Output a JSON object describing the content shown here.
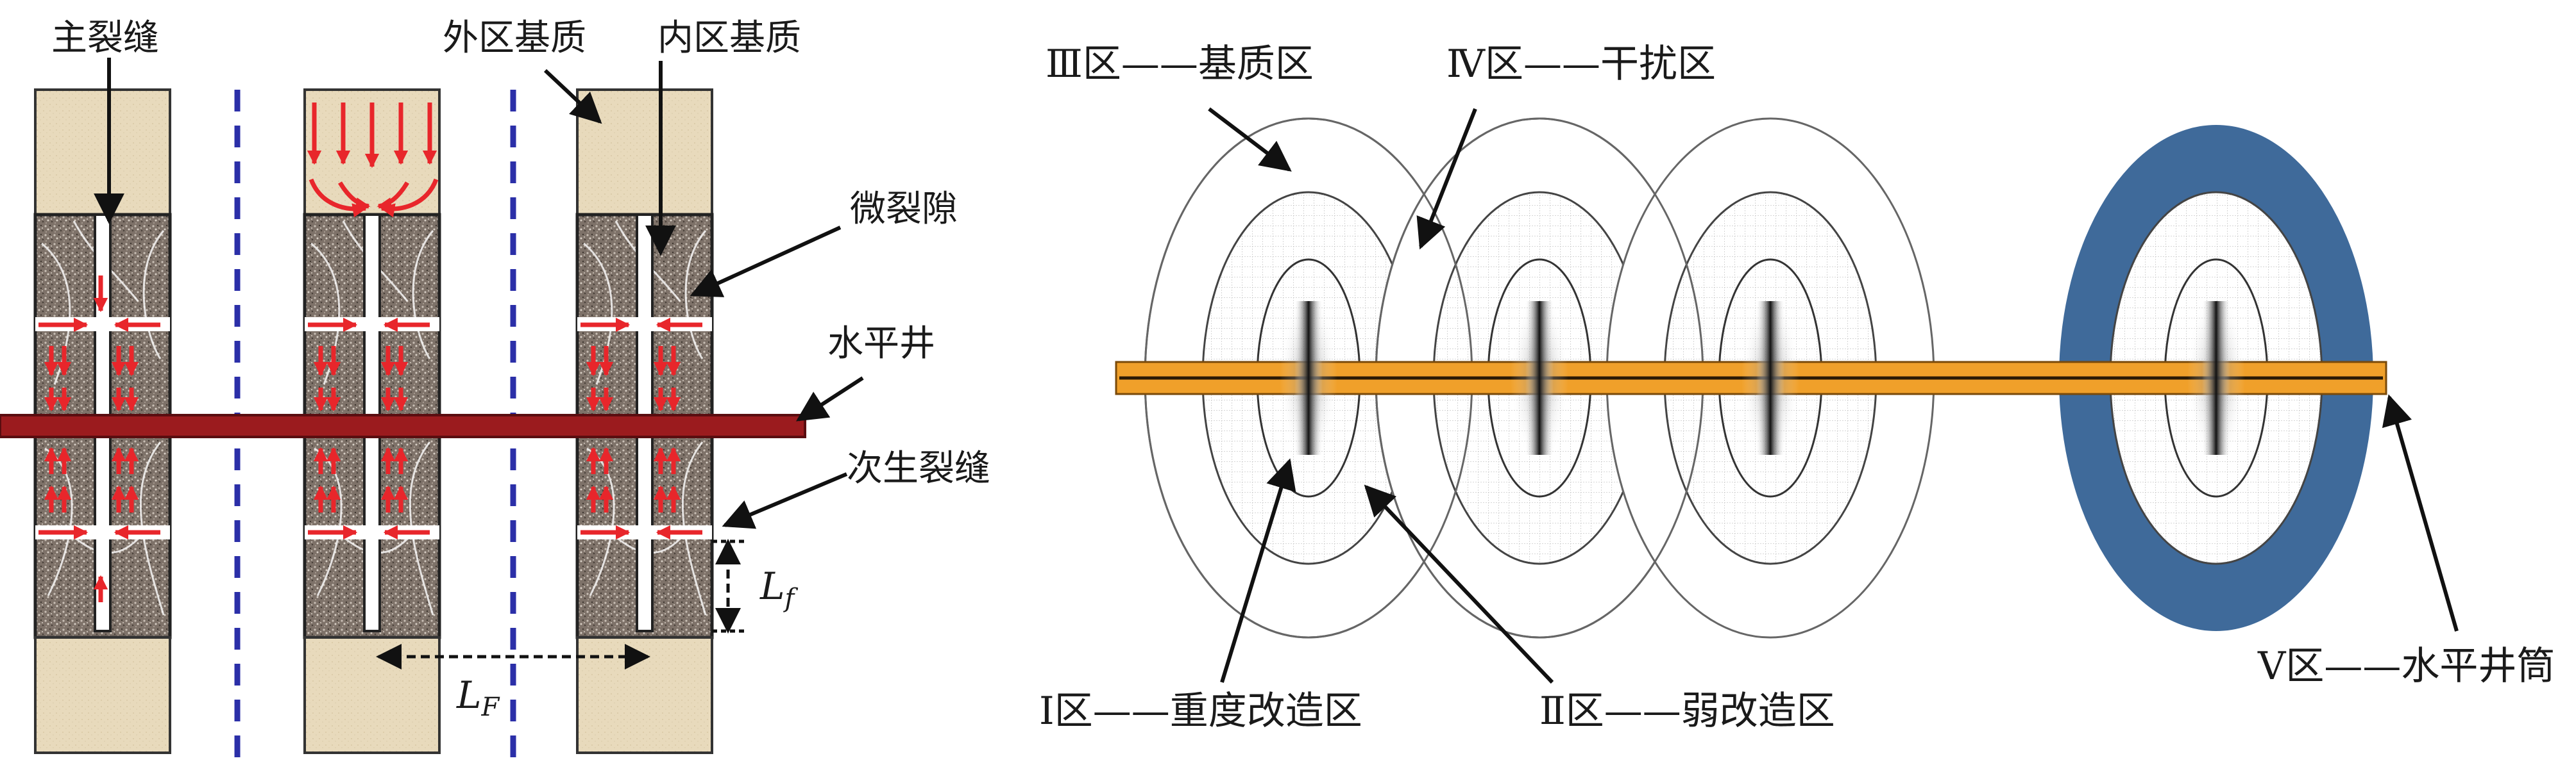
{
  "left_figure": {
    "labels": {
      "main_fracture": "主裂缝",
      "outer_matrix": "外区基质",
      "inner_matrix": "内区基质",
      "micro_fissure": "微裂隙",
      "horizontal_well": "水平井",
      "secondary_fracture": "次生裂缝",
      "lf_symbol": "L",
      "lf_sub": "f",
      "LF_symbol": "L",
      "LF_sub": "F"
    }
  },
  "right_figure": {
    "labels": {
      "zone3": "Ⅲ区——基质区",
      "zone4": "Ⅳ区——干扰区",
      "zone1": "Ⅰ区——重度改造区",
      "zone2": "Ⅱ区——弱改造区",
      "zone5": "Ⅴ区——水平井筒"
    }
  },
  "colors": {
    "arrow_red": "#e8262b",
    "well_dark_red": "#9b1b1e",
    "divider_blue": "#2b2fa8",
    "matrix_tan": "#e6d7b6",
    "fracture_zone": "#8a7d72",
    "wellbore_orange": "#f0a02a",
    "zone5_blue": "#3f6a9a"
  }
}
